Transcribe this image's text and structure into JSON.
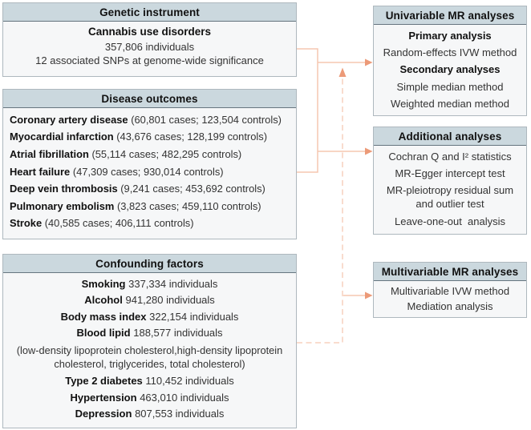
{
  "colors": {
    "header_bg": "#cbd8de",
    "box_bg": "#f6f7f8",
    "box_border": "#aeb8be",
    "header_divider": "#66757f",
    "arrow_line": "#f5c7b0",
    "arrow_head": "#ec9a78",
    "dashed_line": "#f7d0bd"
  },
  "genetic_instrument": {
    "title": "Genetic instrument",
    "exposure": "Cannabis use disorders",
    "sample": "357,806 individuals",
    "snps": "12 associated SNPs at genome-wide significance"
  },
  "disease_outcomes": {
    "title": "Disease outcomes",
    "rows": [
      {
        "name": "Coronary artery disease",
        "detail": "(60,801 cases; 123,504 controls)"
      },
      {
        "name": "Myocardial infarction",
        "detail": "(43,676 cases; 128,199 controls)"
      },
      {
        "name": "Atrial fibrillation",
        "detail": "(55,114 cases; 482,295 controls)"
      },
      {
        "name": "Heart failure",
        "detail": "(47,309 cases; 930,014 controls)"
      },
      {
        "name": "Deep vein thrombosis",
        "detail": "(9,241 cases; 453,692 controls)"
      },
      {
        "name": "Pulmonary embolism",
        "detail": "(3,823 cases; 459,110 controls)"
      },
      {
        "name": "Stroke",
        "detail": "(40,585 cases; 406,111 controls)"
      }
    ]
  },
  "confounding_factors": {
    "title": "Confounding factors",
    "rows": [
      {
        "name": "Smoking",
        "detail": "337,334 individuals"
      },
      {
        "name": "Alcohol",
        "detail": "941,280 individuals"
      },
      {
        "name": "Body mass index",
        "detail": "322,154 individuals"
      },
      {
        "name": "Blood lipid",
        "detail": "188,577 individuals"
      },
      {
        "name": "Type 2 diabetes",
        "detail": "110,452 individuals"
      },
      {
        "name": "Hypertension",
        "detail": "463,010 individuals"
      },
      {
        "name": "Depression",
        "detail": "807,553 individuals"
      }
    ],
    "blood_lipid_note": [
      "(low-density lipoprotein cholesterol,high-density lipoprotein",
      "cholesterol, triglycerides, total cholesterol)"
    ]
  },
  "univariable": {
    "title": "Univariable MR analyses",
    "primary_label": "Primary analysis",
    "primary_method": "Random-effects IVW method",
    "secondary_label": "Secondary analyses",
    "secondary_method_1": "Simple median method",
    "secondary_method_2": "Weighted median method"
  },
  "additional": {
    "title": "Additional analyses",
    "items": [
      "Cochran Q and I² statistics",
      "MR-Egger intercept test",
      "MR-pleiotropy residual sum and outlier test",
      "Leave-one-out  analysis"
    ]
  },
  "multivariable": {
    "title": "Multivariable MR analyses",
    "items": [
      "Multivariable IVW method",
      "Mediation analysis"
    ]
  }
}
